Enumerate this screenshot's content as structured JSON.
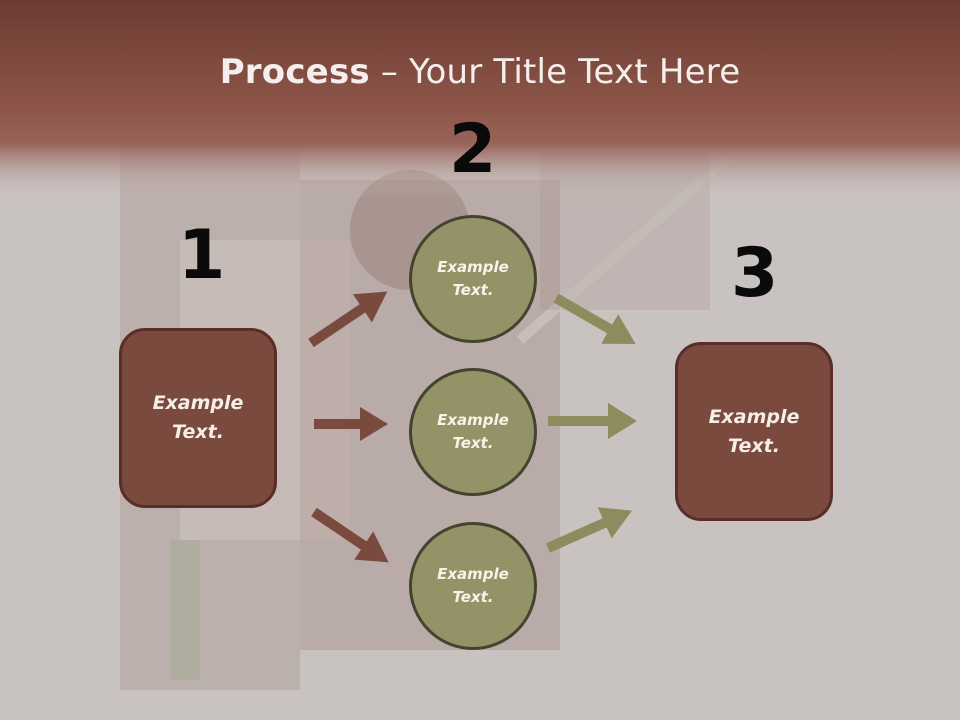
{
  "title": {
    "bold": "Process",
    "rest": " – Your Title Text Here"
  },
  "steps": [
    {
      "number": "1"
    },
    {
      "number": "2"
    },
    {
      "number": "3"
    }
  ],
  "left_box": {
    "text": "Example\nText."
  },
  "circles": [
    {
      "text": "Example\nText."
    },
    {
      "text": "Example\nText."
    },
    {
      "text": "Example\nText."
    }
  ],
  "right_box": {
    "text": "Example\nText."
  },
  "colors": {
    "header": "#7f4b3f",
    "box_fill": "#7a4a3f",
    "circle_fill": "#949368",
    "left_arrows": "#7a4a3f",
    "right_arrows": "#8e8b5e"
  }
}
